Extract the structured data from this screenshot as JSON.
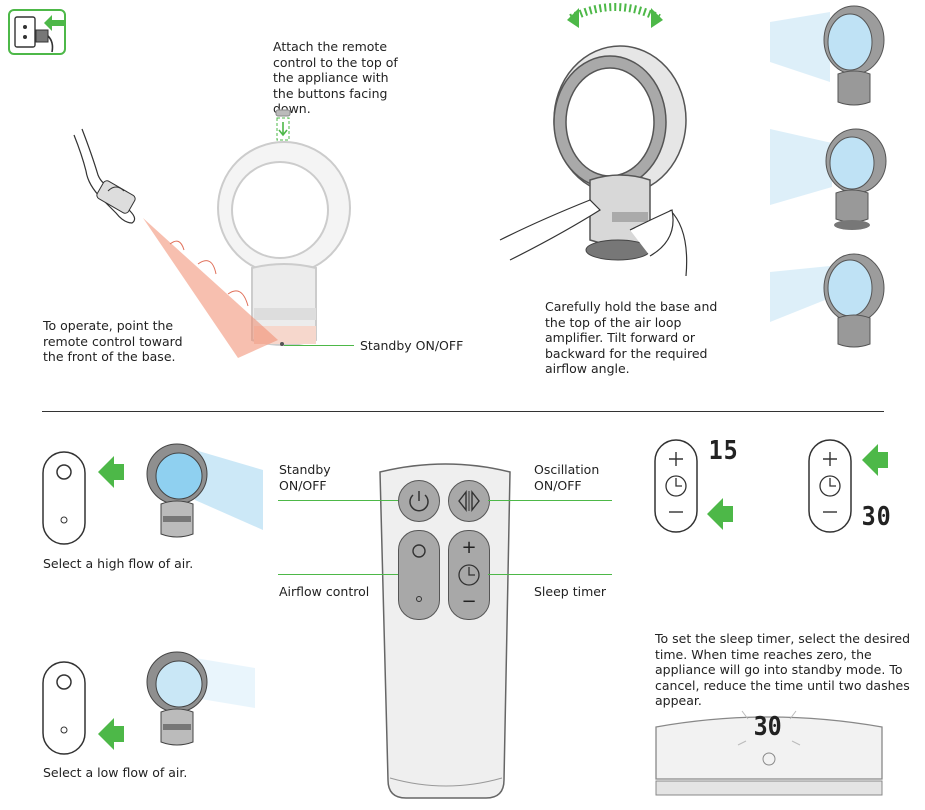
{
  "top": {
    "remote_attach_text": "Attach the remote control to the top of the appliance with the buttons facing down.",
    "operate_text": "To operate, point the remote control toward the front of the base.",
    "standby_label": "Standby ON/OFF",
    "tilt_text": "Carefully hold the base and the top of the air loop amplifier. Tilt forward or backward for the required airflow angle."
  },
  "remote": {
    "standby_label": "Standby\nON/OFF",
    "oscillation_label": "Oscillation\nON/OFF",
    "airflow_label": "Airflow control",
    "sleep_label": "Sleep timer",
    "plus_glyph": "+",
    "minus_glyph": "−"
  },
  "flow": {
    "high_text": "Select a high flow of air.",
    "low_text": "Select a low flow of air."
  },
  "timer": {
    "display_a": "15",
    "display_b": "30",
    "display_base": "30",
    "sleep_text": "To set the sleep timer, select the desired time. When time reaches zero, the appliance will go into standby mode. To cancel, reduce the time until two dashes appear."
  },
  "colors": {
    "accent_green": "#4db848",
    "ir_beam": "#f08a6e",
    "air_blue": "#9fd3ee",
    "ring_gray": "#8a8a8a"
  },
  "icons": [
    "plug-icon",
    "remote-ir-icon",
    "oscillation-arrow-icon",
    "green-arrow-icon",
    "clock-icon",
    "power-icon"
  ]
}
